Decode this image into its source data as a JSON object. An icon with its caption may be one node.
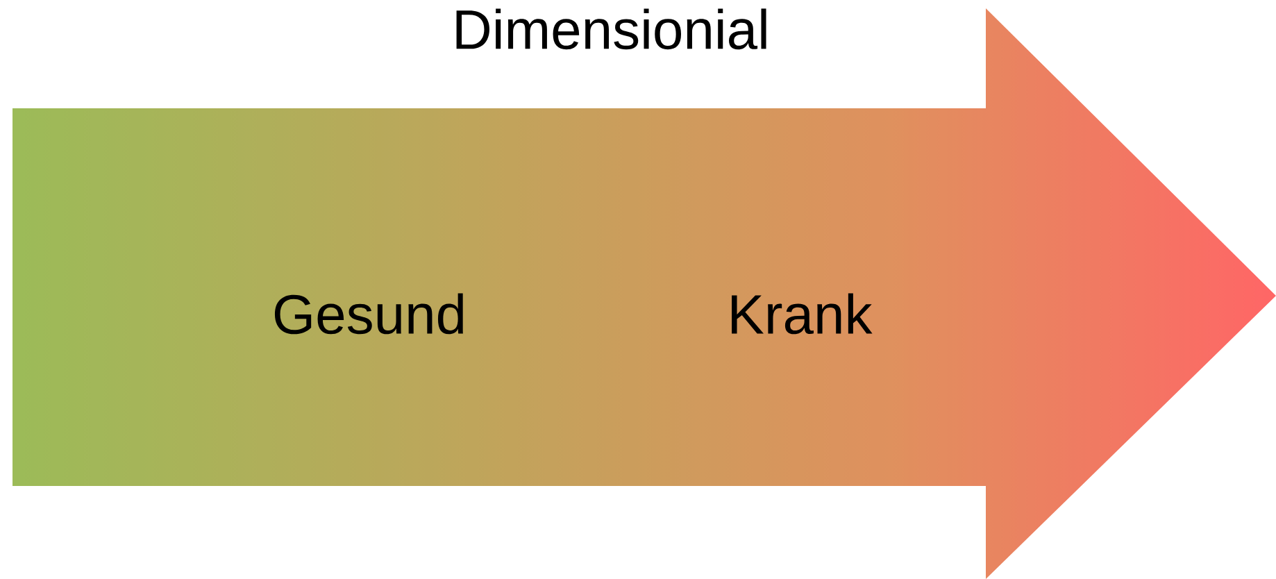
{
  "diagram": {
    "title": "Dimensionial",
    "nodes": [
      {
        "text": [
          "Gesund",
          "Krank"
        ]
      }
    ]
  }
}
